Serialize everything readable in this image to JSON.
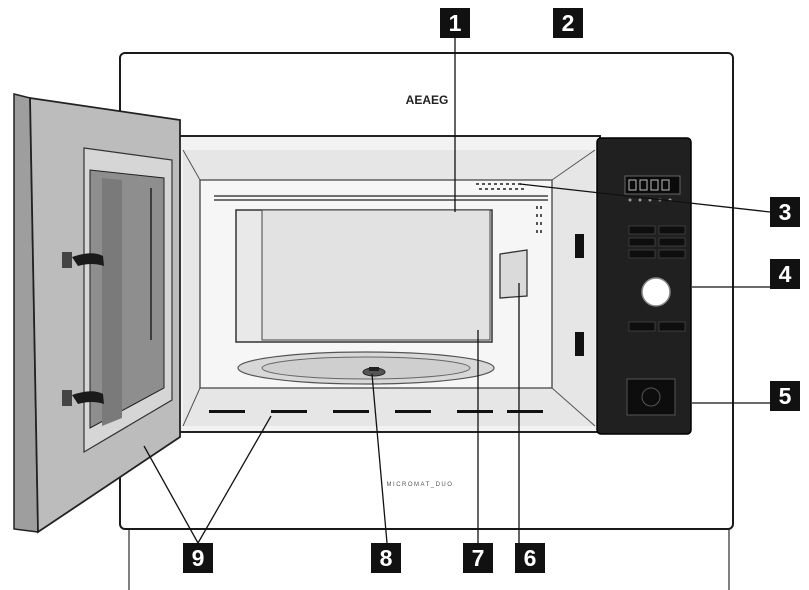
{
  "brand": "AEAEG",
  "model_label": "MICROMAT_DUO",
  "callouts": {
    "c1": "1",
    "c2": "2",
    "c3": "3",
    "c4": "4",
    "c5": "5",
    "c6": "6",
    "c7": "7",
    "c8": "8",
    "c9": "9"
  }
}
